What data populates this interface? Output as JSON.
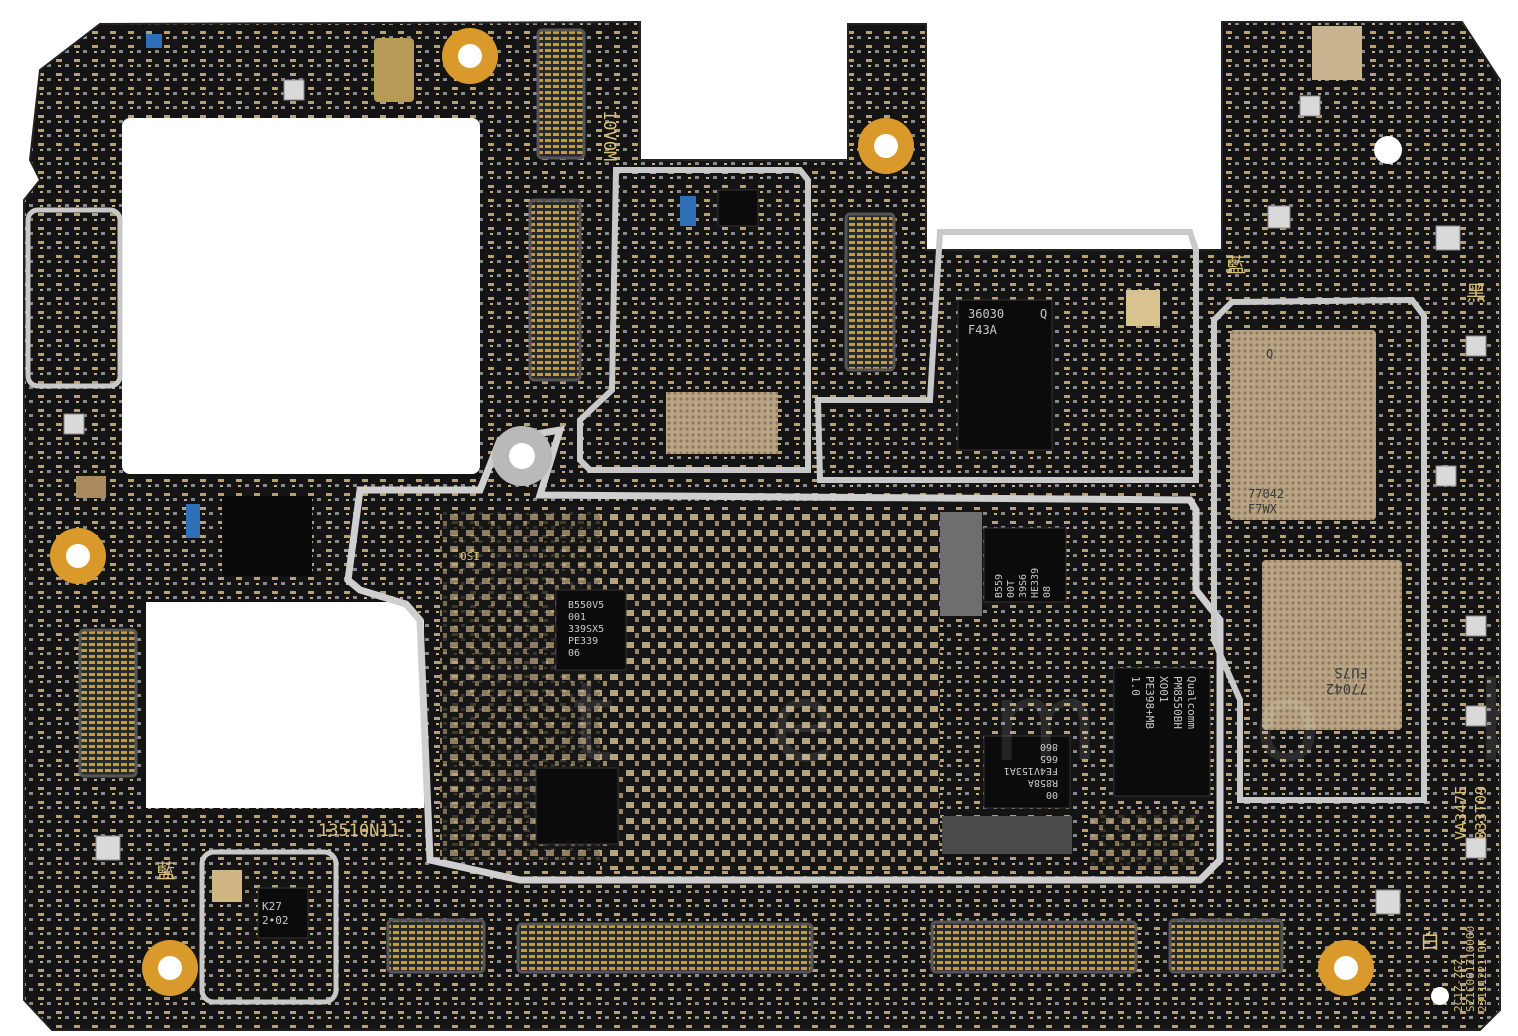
{
  "image": {
    "subject": "Smartphone motherboard (PCB), top side",
    "colors": {
      "board": "#141414",
      "shield": "#bdbdbd",
      "gold": "#d99a2b",
      "pad": "#b9a27a",
      "silkscreen": "#d8c07a"
    }
  },
  "silkscreen": {
    "board_id": "13510N11",
    "top_connector_label": "10V0M",
    "right_vertical_1": "VA347E",
    "right_vertical_2": "833T09",
    "corner_code_1": "2C1Z-ZGZ",
    "corner_code_2": "SZ1C001Z10000",
    "corner_code_3": "23111221-DK",
    "osi_label": "OSI"
  },
  "characters": {
    "blue_1": "藍",
    "black": "黑",
    "blue_2": "藍",
    "white": "白"
  },
  "chips": {
    "modem": {
      "line1": "36030",
      "line2": "F43A",
      "mark": "Q"
    },
    "rf_top": {
      "line1": "77042",
      "line2": "F7WX",
      "mark": "Q"
    },
    "rf_bottom": {
      "line1": "77042",
      "line2": "FU7S"
    },
    "pmic_left": {
      "line1": "B550V5",
      "line2": "001",
      "line3": "339SX5",
      "line4": "PE339",
      "line5": "06"
    },
    "pmic_main": {
      "line1": "Qualcomm",
      "line2": "PM8550BH",
      "line3": "XO01",
      "line4": "PE398+MB",
      "line5": "1.0"
    },
    "pmic_center": {
      "line1": "00",
      "line2": "R858A",
      "line3": "FE4V153A1",
      "line4": "665",
      "line5": "860"
    },
    "pmic_top_right": {
      "line1": "B559",
      "line2": "00T",
      "line3": "39S6",
      "line4": "HE339",
      "line5": "08"
    },
    "small_k27": {
      "line1": "K27",
      "line2": "2•02"
    }
  },
  "watermark": {
    "text": "i c t e m o b i l e"
  }
}
